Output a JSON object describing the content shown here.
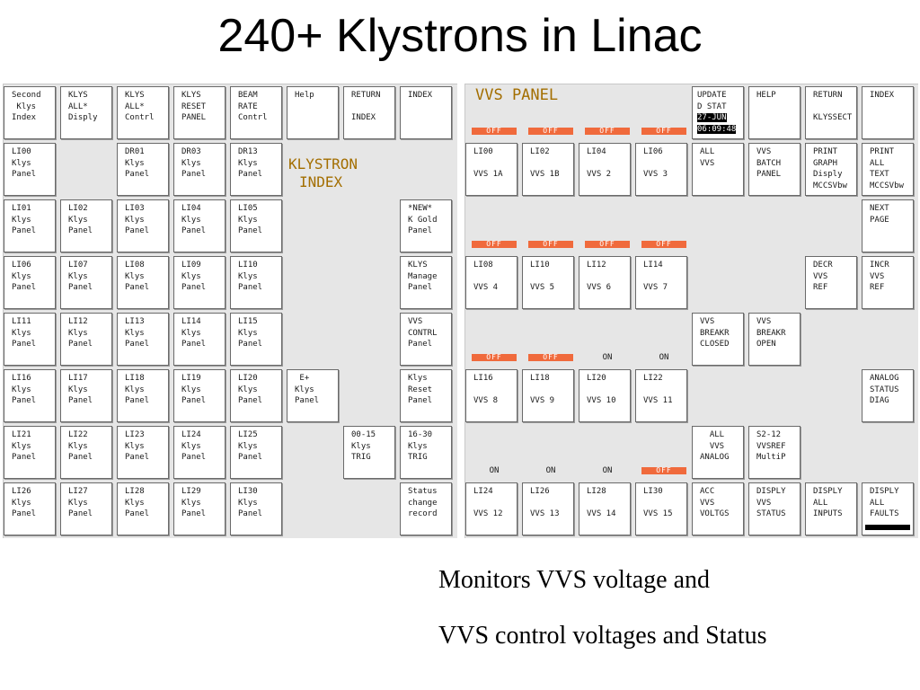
{
  "slide_title": "240+ Klystrons in Linac",
  "klystron_panel": {
    "label_line1": "KLYSTRON",
    "label_line2": "INDEX",
    "buttons": [
      {
        "id": "second-klys-index",
        "lines": [
          "Second",
          " Klys",
          "Index"
        ]
      },
      {
        "id": "klys-all-disply",
        "lines": [
          "KLYS",
          "ALL*",
          "Disply"
        ]
      },
      {
        "id": "klys-all-contrl",
        "lines": [
          "KLYS",
          "ALL*",
          "Contrl"
        ]
      },
      {
        "id": "klys-reset-panel",
        "lines": [
          "KLYS",
          "RESET",
          "PANEL"
        ]
      },
      {
        "id": "beam-rate-contrl",
        "lines": [
          "BEAM",
          "RATE",
          "Contrl"
        ]
      },
      {
        "id": "help",
        "lines": [
          "Help"
        ]
      },
      {
        "id": "return-index",
        "lines": [
          "RETURN",
          "",
          "INDEX"
        ]
      },
      {
        "id": "index",
        "lines": [
          "INDEX"
        ]
      },
      {
        "id": "li00",
        "lines": [
          "LI00",
          "Klys",
          "Panel"
        ]
      },
      {
        "id": "dr01",
        "lines": [
          "DR01",
          "Klys",
          "Panel"
        ]
      },
      {
        "id": "dr03",
        "lines": [
          "DR03",
          "Klys",
          "Panel"
        ]
      },
      {
        "id": "dr13",
        "lines": [
          "DR13",
          "Klys",
          "Panel"
        ]
      },
      {
        "id": "li01",
        "lines": [
          "LI01",
          "Klys",
          "Panel"
        ]
      },
      {
        "id": "li02",
        "lines": [
          "LI02",
          "Klys",
          "Panel"
        ]
      },
      {
        "id": "li03",
        "lines": [
          "LI03",
          "Klys",
          "Panel"
        ]
      },
      {
        "id": "li04",
        "lines": [
          "LI04",
          "Klys",
          "Panel"
        ]
      },
      {
        "id": "li05",
        "lines": [
          "LI05",
          "Klys",
          "Panel"
        ]
      },
      {
        "id": "new-k-gold",
        "lines": [
          "*NEW*",
          "K Gold",
          "Panel"
        ]
      },
      {
        "id": "li06",
        "lines": [
          "LI06",
          "Klys",
          "Panel"
        ]
      },
      {
        "id": "li07",
        "lines": [
          "LI07",
          "Klys",
          "Panel"
        ]
      },
      {
        "id": "li08",
        "lines": [
          "LI08",
          "Klys",
          "Panel"
        ]
      },
      {
        "id": "li09",
        "lines": [
          "LI09",
          "Klys",
          "Panel"
        ]
      },
      {
        "id": "li10",
        "lines": [
          "LI10",
          "Klys",
          "Panel"
        ]
      },
      {
        "id": "klys-manage",
        "lines": [
          "KLYS",
          "Manage",
          "Panel"
        ]
      },
      {
        "id": "li11",
        "lines": [
          "LI11",
          "Klys",
          "Panel"
        ]
      },
      {
        "id": "li12",
        "lines": [
          "LI12",
          "Klys",
          "Panel"
        ]
      },
      {
        "id": "li13",
        "lines": [
          "LI13",
          "Klys",
          "Panel"
        ]
      },
      {
        "id": "li14",
        "lines": [
          "LI14",
          "Klys",
          "Panel"
        ]
      },
      {
        "id": "li15",
        "lines": [
          "LI15",
          "Klys",
          "Panel"
        ]
      },
      {
        "id": "vvs-contrl",
        "lines": [
          "VVS",
          "CONTRL",
          "Panel"
        ]
      },
      {
        "id": "li16",
        "lines": [
          "LI16",
          "Klys",
          "Panel"
        ]
      },
      {
        "id": "li17",
        "lines": [
          "LI17",
          "Klys",
          "Panel"
        ]
      },
      {
        "id": "li18",
        "lines": [
          "LI18",
          "Klys",
          "Panel"
        ]
      },
      {
        "id": "li19",
        "lines": [
          "LI19",
          "Klys",
          "Panel"
        ]
      },
      {
        "id": "li20",
        "lines": [
          "LI20",
          "Klys",
          "Panel"
        ]
      },
      {
        "id": "e-plus",
        "lines": [
          " E+",
          "Klys",
          "Panel"
        ]
      },
      {
        "id": "klys-reset",
        "lines": [
          "Klys",
          "Reset",
          "Panel"
        ]
      },
      {
        "id": "li21",
        "lines": [
          "LI21",
          "Klys",
          "Panel"
        ]
      },
      {
        "id": "li22",
        "lines": [
          "LI22",
          "Klys",
          "Panel"
        ]
      },
      {
        "id": "li23",
        "lines": [
          "LI23",
          "Klys",
          "Panel"
        ]
      },
      {
        "id": "li24",
        "lines": [
          "LI24",
          "Klys",
          "Panel"
        ]
      },
      {
        "id": "li25",
        "lines": [
          "LI25",
          "Klys",
          "Panel"
        ]
      },
      {
        "id": "trig-00-15",
        "lines": [
          "00-15",
          "Klys",
          "TRIG"
        ]
      },
      {
        "id": "trig-16-30",
        "lines": [
          "16-30",
          "Klys",
          "TRIG"
        ]
      },
      {
        "id": "li26",
        "lines": [
          "LI26",
          "Klys",
          "Panel"
        ]
      },
      {
        "id": "li27",
        "lines": [
          "LI27",
          "Klys",
          "Panel"
        ]
      },
      {
        "id": "li28",
        "lines": [
          "LI28",
          "Klys",
          "Panel"
        ]
      },
      {
        "id": "li29",
        "lines": [
          "LI29",
          "Klys",
          "Panel"
        ]
      },
      {
        "id": "li30",
        "lines": [
          "LI30",
          "Klys",
          "Panel"
        ]
      },
      {
        "id": "status-change",
        "lines": [
          "Status",
          "change",
          "record"
        ]
      }
    ]
  },
  "vvs_panel": {
    "label": "VVS PANEL",
    "date": "27-JUN",
    "time": "06:09:48",
    "buttons": [
      {
        "id": "update-d-stat",
        "lines": [
          "UPDATE",
          "D STAT"
        ]
      },
      {
        "id": "help",
        "lines": [
          "HELP"
        ]
      },
      {
        "id": "return-klyssect",
        "lines": [
          "RETURN",
          "",
          "KLYSSECT"
        ]
      },
      {
        "id": "index",
        "lines": [
          "INDEX"
        ]
      },
      {
        "id": "li00",
        "lines": [
          "LI00",
          "",
          "VVS 1A"
        ]
      },
      {
        "id": "li02",
        "lines": [
          "LI02",
          "",
          "VVS 1B"
        ]
      },
      {
        "id": "li04",
        "lines": [
          "LI04",
          "",
          "VVS 2"
        ]
      },
      {
        "id": "li06",
        "lines": [
          "LI06",
          "",
          "VVS 3"
        ]
      },
      {
        "id": "all-vvs",
        "lines": [
          "ALL",
          "VVS"
        ]
      },
      {
        "id": "vvs-batch",
        "lines": [
          "VVS",
          "BATCH",
          "PANEL"
        ]
      },
      {
        "id": "print-graph",
        "lines": [
          "PRINT",
          "GRAPH",
          "Disply",
          "MCCSVbw"
        ]
      },
      {
        "id": "print-all-text",
        "lines": [
          "PRINT",
          "ALL",
          "TEXT",
          "MCCSVbw"
        ]
      },
      {
        "id": "next-page",
        "lines": [
          "NEXT",
          "PAGE"
        ]
      },
      {
        "id": "li08",
        "lines": [
          "LI08",
          "",
          "VVS 4"
        ]
      },
      {
        "id": "li10",
        "lines": [
          "LI10",
          "",
          "VVS 5"
        ]
      },
      {
        "id": "li12",
        "lines": [
          "LI12",
          "",
          "VVS 6"
        ]
      },
      {
        "id": "li14",
        "lines": [
          "LI14",
          "",
          "VVS 7"
        ]
      },
      {
        "id": "decr-vvs-ref",
        "lines": [
          "DECR",
          "VVS",
          "REF"
        ]
      },
      {
        "id": "incr-vvs-ref",
        "lines": [
          "INCR",
          "VVS",
          "REF"
        ]
      },
      {
        "id": "vvs-breakr-closed",
        "lines": [
          "VVS",
          "BREAKR",
          "CLOSED"
        ]
      },
      {
        "id": "vvs-breakr-open",
        "lines": [
          "VVS",
          "BREAKR",
          "OPEN"
        ]
      },
      {
        "id": "li16",
        "lines": [
          "LI16",
          "",
          "VVS 8"
        ]
      },
      {
        "id": "li18",
        "lines": [
          "LI18",
          "",
          "VVS 9"
        ]
      },
      {
        "id": "li20",
        "lines": [
          "LI20",
          "",
          "VVS 10"
        ]
      },
      {
        "id": "li22",
        "lines": [
          "LI22",
          "",
          "VVS 11"
        ]
      },
      {
        "id": "analog-status",
        "lines": [
          "ANALOG",
          "STATUS",
          "DIAG"
        ]
      },
      {
        "id": "all-vvs-analog",
        "lines": [
          "  ALL",
          "  VVS",
          "ANALOG"
        ]
      },
      {
        "id": "s2-12-vvsref",
        "lines": [
          "S2-12",
          "VVSREF",
          "MultiP"
        ]
      },
      {
        "id": "li24",
        "lines": [
          "LI24",
          "",
          "VVS 12"
        ]
      },
      {
        "id": "li26",
        "lines": [
          "LI26",
          "",
          "VVS 13"
        ]
      },
      {
        "id": "li28",
        "lines": [
          "LI28",
          "",
          "VVS 14"
        ]
      },
      {
        "id": "li30",
        "lines": [
          "LI30",
          "",
          "VVS 15"
        ]
      },
      {
        "id": "acc-vvs-voltgs",
        "lines": [
          "ACC",
          "VVS",
          "VOLTGS"
        ]
      },
      {
        "id": "disply-vvs-status",
        "lines": [
          "DISPLY",
          "VVS",
          "STATUS"
        ]
      },
      {
        "id": "disply-all-inputs",
        "lines": [
          "DISPLY",
          "ALL",
          "INPUTS"
        ]
      },
      {
        "id": "disply-all-faults",
        "lines": [
          "DISPLY",
          "ALL",
          "FAULTS"
        ]
      }
    ],
    "indicators": [
      {
        "state": "OFF"
      },
      {
        "state": "OFF"
      },
      {
        "state": "OFF"
      },
      {
        "state": "OFF"
      },
      {
        "state": "OFF"
      },
      {
        "state": "OFF"
      },
      {
        "state": "OFF"
      },
      {
        "state": "OFF"
      },
      {
        "state": "OFF"
      },
      {
        "state": "OFF"
      },
      {
        "state": "ON"
      },
      {
        "state": "ON"
      },
      {
        "state": "ON"
      },
      {
        "state": "ON"
      },
      {
        "state": "ON"
      },
      {
        "state": "OFF"
      }
    ],
    "colors": {
      "off": "#f06a3c",
      "label": "#a36e00"
    }
  },
  "caption": {
    "line1": "Monitors VVS voltage and",
    "line2": "VVS control voltages and Status"
  }
}
